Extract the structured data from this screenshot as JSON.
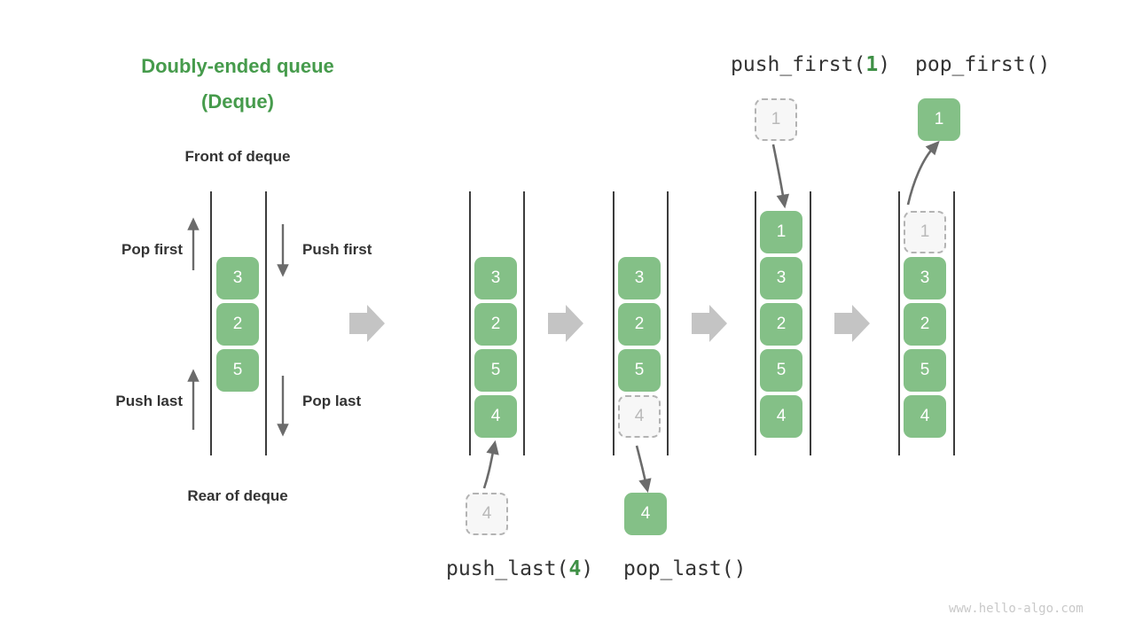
{
  "meta": {
    "watermark": "www.hello-algo.com",
    "accent_green": "#469b4c",
    "node_green": "#84c087",
    "ghost_gray": "#b3b3b3",
    "arrow_gray": "#6b6b6b",
    "block_arrow_gray": "#c4c4c4",
    "text_dark": "#333333"
  },
  "title": {
    "line1": "Doubly-ended queue",
    "line2": "(Deque)"
  },
  "legend": {
    "front_label": "Front of deque",
    "rear_label": "Rear of deque",
    "pop_first": "Pop first",
    "push_first": "Push first",
    "push_last": "Push last",
    "pop_last": "Pop last",
    "nodes": [
      "3",
      "2",
      "5"
    ]
  },
  "operations": {
    "push_first": {
      "name": "push_first",
      "open": "(",
      "arg": "1",
      "close": ")"
    },
    "pop_first": {
      "name": "pop_first",
      "open": "(",
      "arg": "",
      "close": ")"
    },
    "push_last": {
      "name": "push_last",
      "open": "(",
      "arg": "4",
      "close": ")"
    },
    "pop_last": {
      "name": "pop_last",
      "open": "(",
      "arg": "",
      "close": ")"
    }
  },
  "steps": [
    {
      "id": "step-1-initial",
      "nodes": [
        "3",
        "2",
        "5",
        "4"
      ],
      "ghost_index": -1,
      "floating": {
        "value": "4",
        "style": "ghost",
        "position": "below"
      }
    },
    {
      "id": "step-2-pop-last",
      "nodes": [
        "3",
        "2",
        "5",
        "4"
      ],
      "ghost_index": 3,
      "floating": {
        "value": "4",
        "style": "solid",
        "position": "below"
      }
    },
    {
      "id": "step-3-push-first",
      "nodes": [
        "1",
        "3",
        "2",
        "5",
        "4"
      ],
      "ghost_index": -1,
      "floating": {
        "value": "1",
        "style": "ghost",
        "position": "above"
      }
    },
    {
      "id": "step-4-pop-first",
      "nodes": [
        "1",
        "3",
        "2",
        "5",
        "4"
      ],
      "ghost_index": 0,
      "floating": {
        "value": "1",
        "style": "solid",
        "position": "above"
      }
    }
  ],
  "chevrons": [
    "chevron-1",
    "chevron-2",
    "chevron-3",
    "chevron-4"
  ]
}
